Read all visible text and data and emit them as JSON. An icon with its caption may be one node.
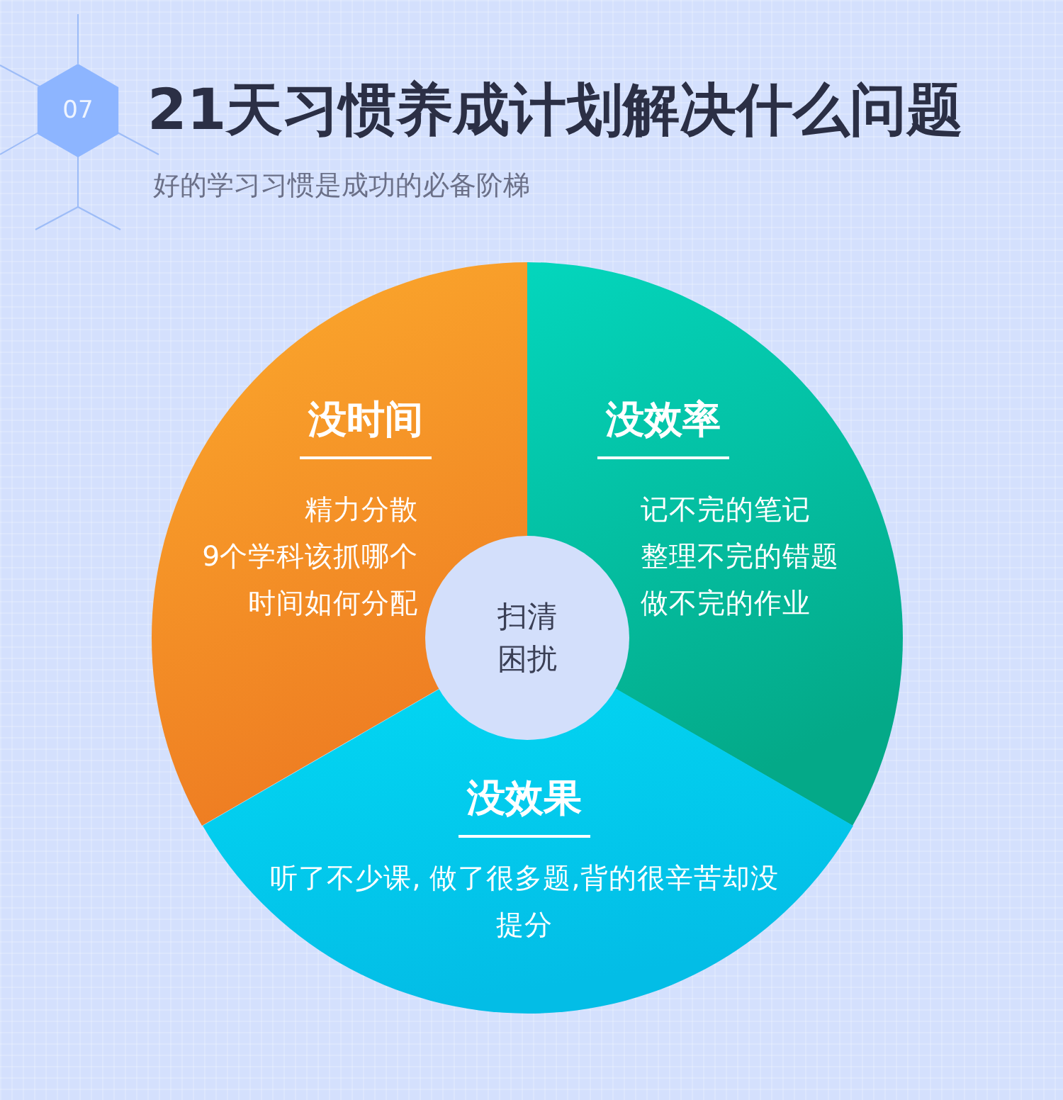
{
  "diagram": {
    "title": "21天习惯养成计划解决什么问题",
    "nodes": [
      {
        "text": [
          "07"
        ]
      },
      {
        "text": [
          "没时间",
          "精力分散",
          "9个学科该抓哪个",
          "时间如何分配"
        ]
      },
      {
        "text": [
          "没效率",
          "记不完的笔记",
          "整理不完的错题",
          "做不完的作业"
        ]
      },
      {
        "text": [
          "没效果",
          "听了不少课, 做了很多题,背的很辛苦却没提分"
        ]
      },
      {
        "text": [
          "扫清困扰"
        ]
      }
    ],
    "labels": [
      "好的学习习惯是成功的必备阶梯"
    ]
  }
}
